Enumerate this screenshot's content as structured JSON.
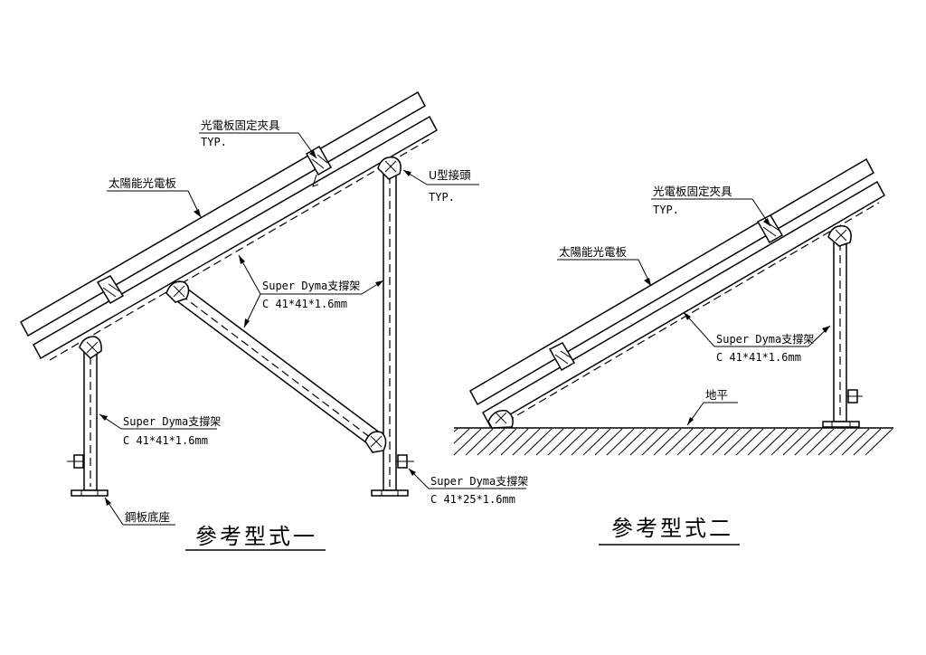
{
  "view1": {
    "title": "參考型式一",
    "clamp_label": "光電板固定夾具",
    "clamp_typ": "TYP.",
    "panel_label": "太陽能光電板",
    "ujoint_label": "U型接頭",
    "ujoint_typ": "TYP.",
    "brace_label": "Super Dyma支撐架",
    "brace_spec": "C 41*41*1.6mm",
    "front_post_label": "Super Dyma支撐架",
    "front_post_spec": "C 41*41*1.6mm",
    "rear_post_label": "Super Dyma支撐架",
    "rear_post_spec": "C 41*25*1.6mm",
    "base_label": "鋼板底座"
  },
  "view2": {
    "title": "參考型式二",
    "clamp_label": "光電板固定夾具",
    "clamp_typ": "TYP.",
    "panel_label": "太陽能光電板",
    "post_label": "Super Dyma支撐架",
    "post_spec": "C 41*41*1.6mm",
    "ground_label": "地平"
  }
}
